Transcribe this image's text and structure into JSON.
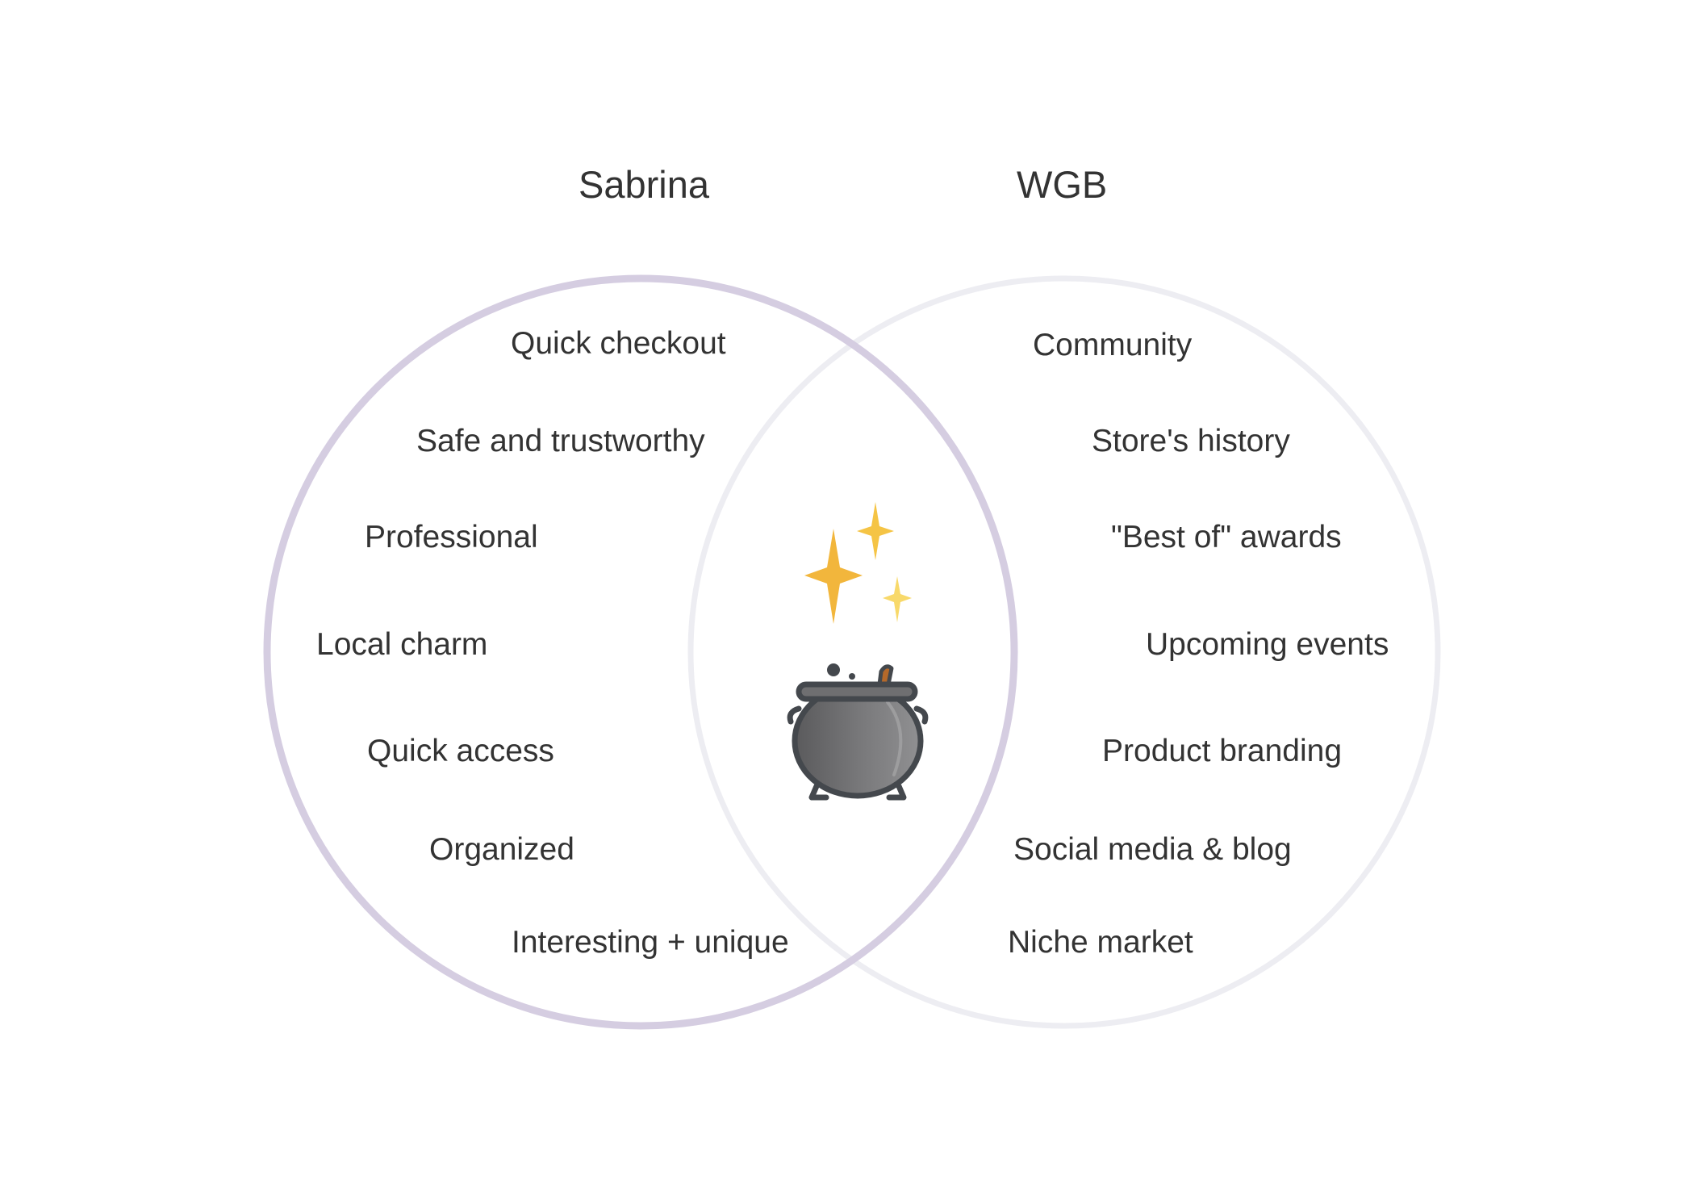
{
  "sets": {
    "left": {
      "title": "Sabrina",
      "ring_color": "#d5cde1",
      "items": [
        "Quick checkout",
        "Safe and trustworthy",
        "Professional",
        "Local charm",
        "Quick access",
        "Organized",
        "Interesting + unique"
      ]
    },
    "right": {
      "title": "WGB",
      "ring_color": "#ededf2",
      "items": [
        "Community",
        "Store's history",
        "\"Best of\" awards",
        "Upcoming events",
        "Product branding",
        "Social media & blog",
        "Niche market"
      ]
    }
  },
  "overlap": {
    "icons": [
      "sparkles-icon",
      "cauldron-icon"
    ]
  },
  "colors": {
    "text": "#333333",
    "sparkle_gold": "#f2b63c",
    "sparkle_light": "#f8d96a",
    "cauldron": "#6b6b6d",
    "cauldron_outline": "#44484d"
  }
}
